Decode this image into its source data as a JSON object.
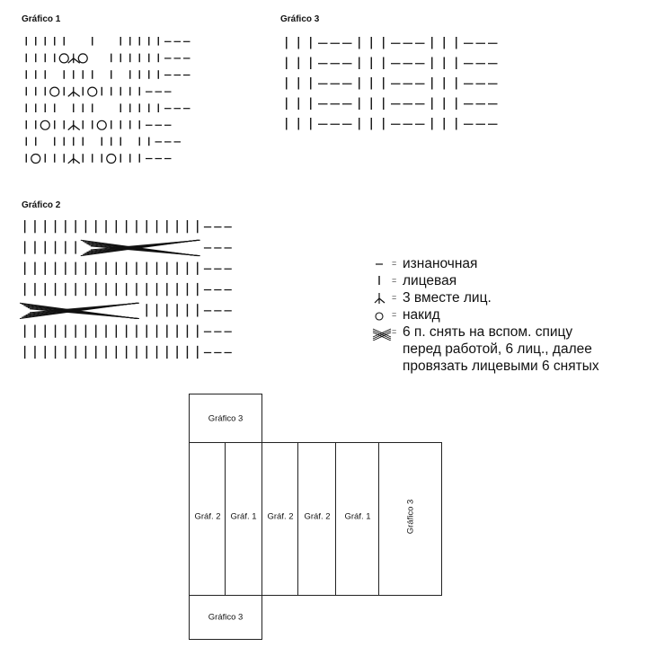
{
  "grafico1": {
    "title": "Gráfico 1",
    "rows": [
      "|||||  |  |||||---",
      "||||OλO  ||||||---",
      "||| |||| | ||||---",
      "|||O|λ|O|||||---",
      "|||| |||  |||||---",
      "||O||λ||O||||---",
      "|| |||| ||| ||---",
      "|O|||λ|||O|||---"
    ]
  },
  "grafico3": {
    "title": "Gráfico 3",
    "rows": [
      "|||---|||---|||---",
      "|||---|||---|||---",
      "|||---|||---|||---",
      "|||---|||---|||---",
      "|||---|||---|||---"
    ]
  },
  "grafico2": {
    "title": "Gráfico 2",
    "rows": [
      "||||||||||||||||||---",
      "||||||XXXXXXXXXXXX---",
      "||||||||||||||||||---",
      "||||||||||||||||||---",
      "XXXXXXXXXXXX||||||---",
      "||||||||||||||||||---",
      "||||||||||||||||||---"
    ]
  },
  "legend": {
    "items": [
      {
        "symbol": "purl-dash-icon",
        "text": "изнаночная"
      },
      {
        "symbol": "knit-bar-icon",
        "text": "лицевая"
      },
      {
        "symbol": "k3tog-icon",
        "text": "3 вместе лиц."
      },
      {
        "symbol": "yarn-over-icon",
        "text": "накид"
      },
      {
        "symbol": "cable-cross-icon",
        "text": "6 п. снять на вспом. спицу"
      }
    ],
    "continuation": [
      "перед работой, 6 лиц., далее",
      "провязать лицевыми 6 снятых"
    ]
  },
  "layout": {
    "top": "Gráfico 3",
    "bottom": "Gráfico 3",
    "panels": [
      "Gráf. 2",
      "Gráf. 1",
      "Gráf. 2",
      "Gráf. 2",
      "Gráf. 1",
      "Gráfico 3"
    ]
  }
}
